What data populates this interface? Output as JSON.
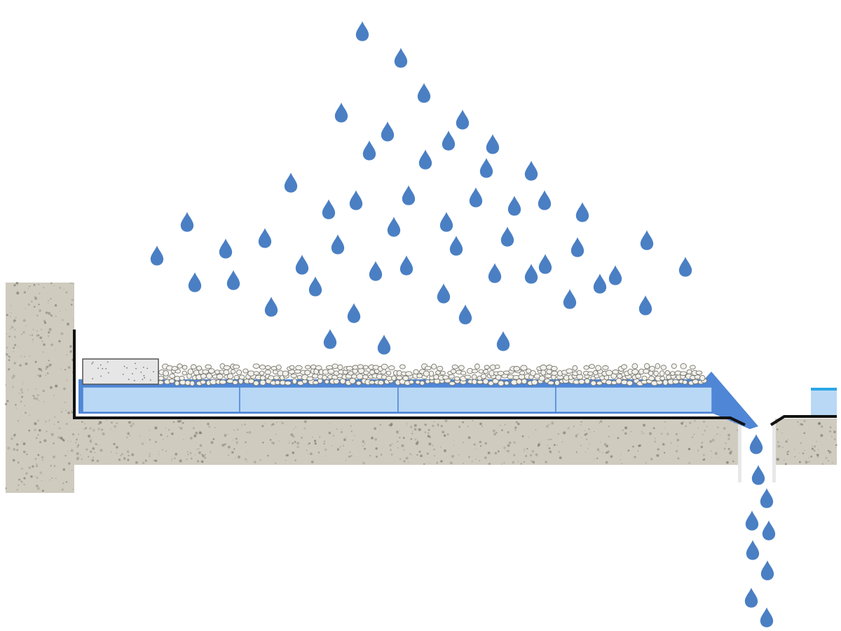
{
  "colors": {
    "background": "#ffffff",
    "concrete": "#cfcbbf",
    "concrete_speck": "#7d7a70",
    "membrane": "#111111",
    "water_layer": "#4f86d6",
    "drainage_cells": "#b9d8f5",
    "drainage_cell_border": "#4f86d6",
    "gravel_fill": "#f2f1ec",
    "gravel_stroke": "#77766d",
    "paver": "#e6e6e6",
    "paver_stroke": "#555555",
    "raindrop": "#4a7fc4",
    "adjacent_cell_cap": "#2aa7e6"
  },
  "icons": {
    "raindrop": "raindrop-icon",
    "gravel": "gravel-stone"
  },
  "components": [
    "parapet-wall",
    "roof-slab",
    "waterproof-membrane",
    "drainage-cell-layer",
    "gravel-ballast",
    "edge-paver",
    "roof-drain-outlet",
    "rain-falling",
    "drain-discharge"
  ]
}
